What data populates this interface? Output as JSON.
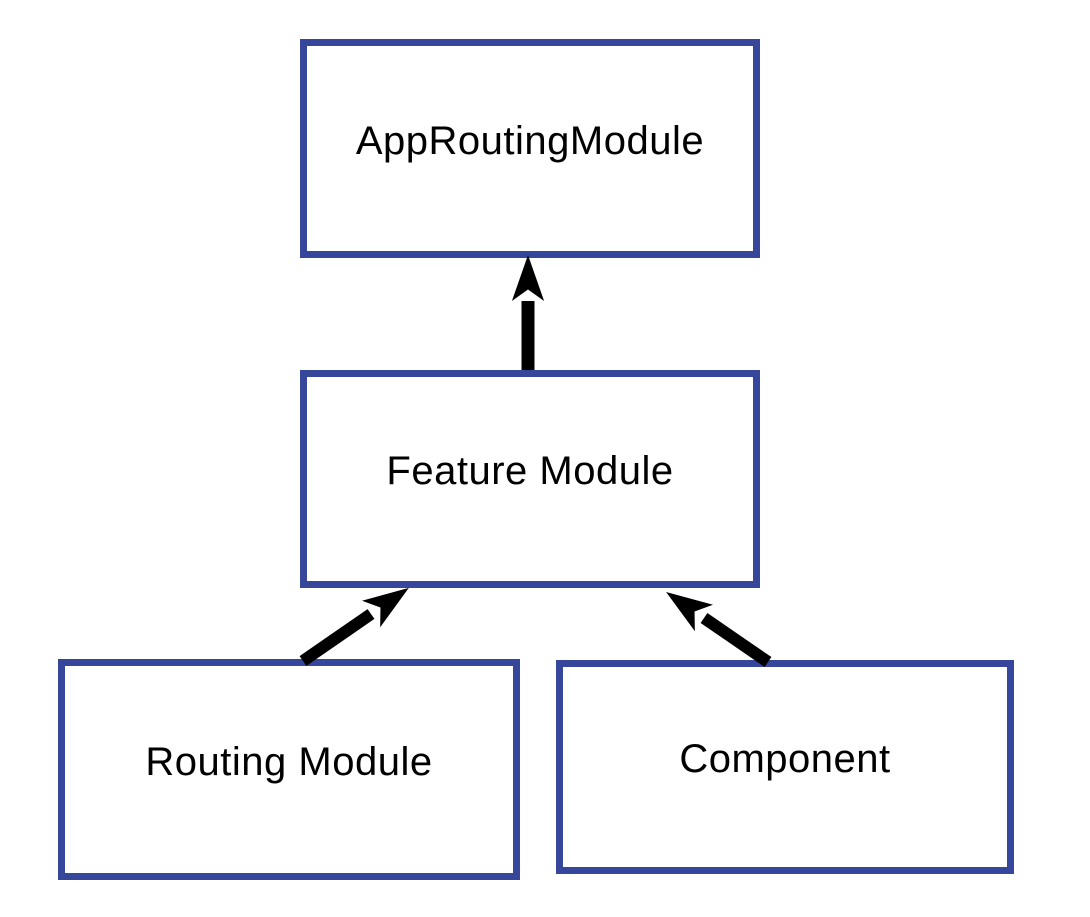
{
  "diagram": {
    "title": "module dependency diagram",
    "background_color": "#ffffff",
    "box_border_color": "#35469b",
    "box_fill_color": "#ffffff",
    "text_color": "#000000",
    "arrow_color": "#000000",
    "nodes": [
      {
        "id": "app-routing-module",
        "label": "AppRoutingModule"
      },
      {
        "id": "feature-module",
        "label": "Feature Module"
      },
      {
        "id": "routing-module",
        "label": "Routing Module"
      },
      {
        "id": "component",
        "label": "Component"
      }
    ],
    "edges": [
      {
        "from": "feature-module",
        "to": "app-routing-module",
        "direction": "up"
      },
      {
        "from": "routing-module",
        "to": "feature-module",
        "direction": "up-right"
      },
      {
        "from": "component",
        "to": "feature-module",
        "direction": "up-left"
      }
    ]
  }
}
